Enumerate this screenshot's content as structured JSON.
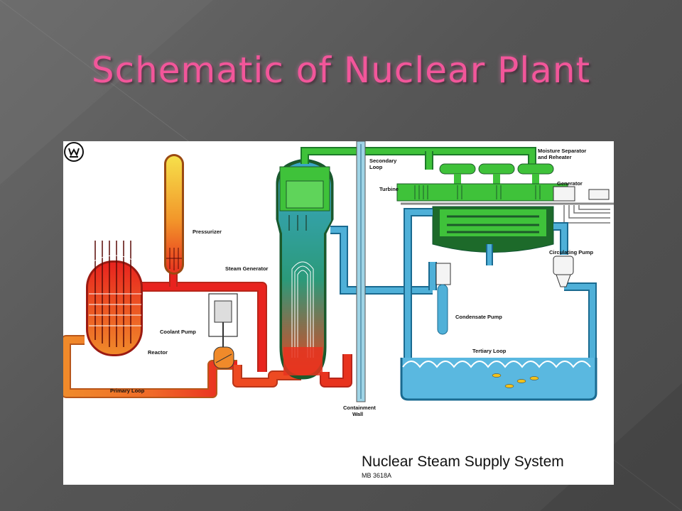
{
  "slide": {
    "title": "Schematic of Nuclear Plant"
  },
  "diagram": {
    "labels": {
      "secondary_loop": [
        "Secondary",
        "Loop"
      ],
      "moisture_separator": [
        "Moisture Separator",
        "and Reheater"
      ],
      "turbine": "Turbine",
      "generator": "Generator",
      "pressurizer": "Pressurizer",
      "steam_generator": "Steam Generator",
      "circulating_pump": "Circulating Pump",
      "coolant_pump": "Coolant Pump",
      "condensate_pump": "Condensate Pump",
      "reactor": "Reactor",
      "tertiary_loop": "Tertiary Loop",
      "primary_loop": "Primary Loop",
      "containment_wall": [
        "Containment",
        "Wall"
      ]
    },
    "caption": "Nuclear Steam Supply System",
    "code": "MB 3618A",
    "colors": {
      "primary_hot": "#e8231e",
      "primary_orange": "#f08a2a",
      "pressurizer_top": "#f4d03f",
      "secondary_green": "#3fc23a",
      "tertiary_blue": "#4fb0d8",
      "water_blue": "#5ab8e0",
      "steam_teal": "#2a8f8a"
    }
  }
}
